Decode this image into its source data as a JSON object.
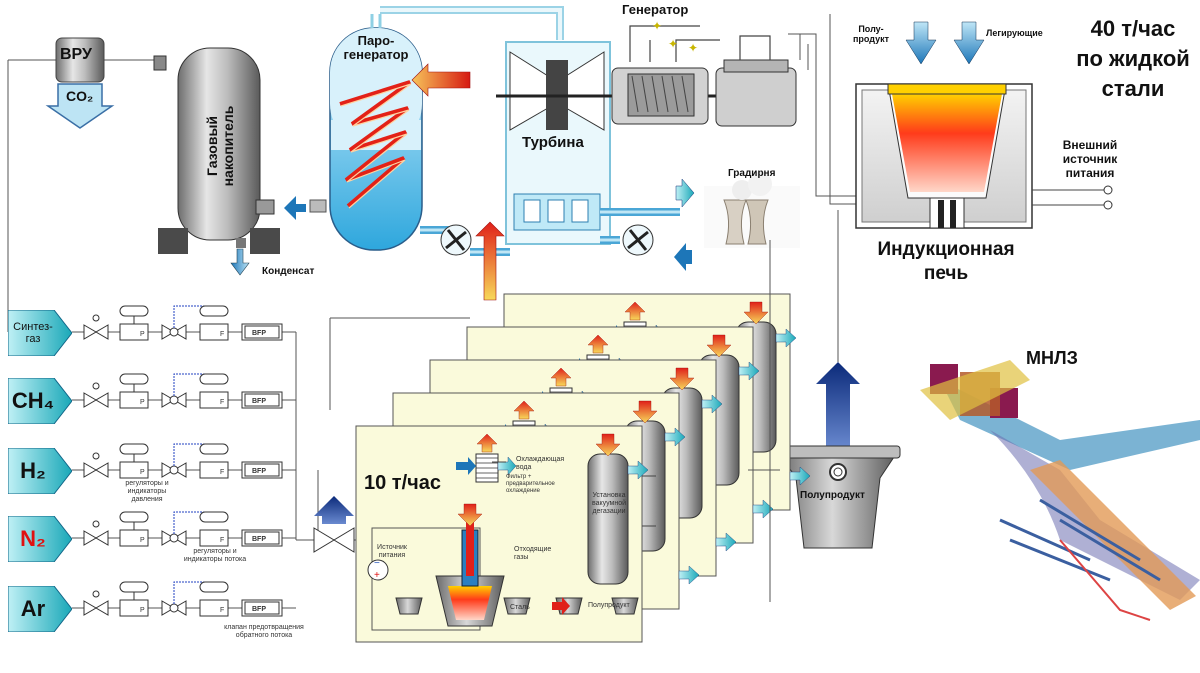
{
  "vru": {
    "label": "ВРУ",
    "co2": "CO₂"
  },
  "gas_storage": {
    "label_line1": "Газовый",
    "label_line2": "накопитель"
  },
  "condensate": "Конденсат",
  "steam_gen": {
    "line1": "Паро-",
    "line2": "генератор"
  },
  "turbine": "Турбина",
  "generator": "Генератор",
  "cooling_tower": "Градирня",
  "semi_product_input": {
    "line1": "Полу-",
    "line2": "продукт"
  },
  "alloying": "Легирующие",
  "capacity_main": {
    "line1": "40 т/час",
    "line2": "по жидкой",
    "line3": "стали"
  },
  "external_power": {
    "line1": "Внешний",
    "line2": "источник",
    "line3": "питания"
  },
  "furnace": {
    "line1": "Индукционная",
    "line2": "печь"
  },
  "mnlz": "МНЛЗ",
  "ladle": "Полупродукт",
  "gases": [
    {
      "label": "Синтез-газ"
    },
    {
      "label": "CH₄"
    },
    {
      "label": "H₂"
    },
    {
      "label": "N₂",
      "color": "#e01010"
    },
    {
      "label": "Ar"
    }
  ],
  "valve_notes": {
    "pressure": "регуляторы и индикаторы давления",
    "flow": "регуляторы и индикаторы потока",
    "backflow": "клапан предотвращения обратного потока"
  },
  "module": {
    "capacity": "10 т/час",
    "cooling_water": "Охлаждающая вода",
    "filter": "Фильтр + предварительное охлаждение",
    "waste_gas": "Отходящие газы",
    "vacuum_unit": "Установка вакуумной дегазации",
    "power_source": "Источник питания",
    "steel": "Сталь",
    "semi_product": "Полупродукт"
  },
  "abbr": {
    "p": "P",
    "f": "F",
    "bfp": "BFP"
  }
}
